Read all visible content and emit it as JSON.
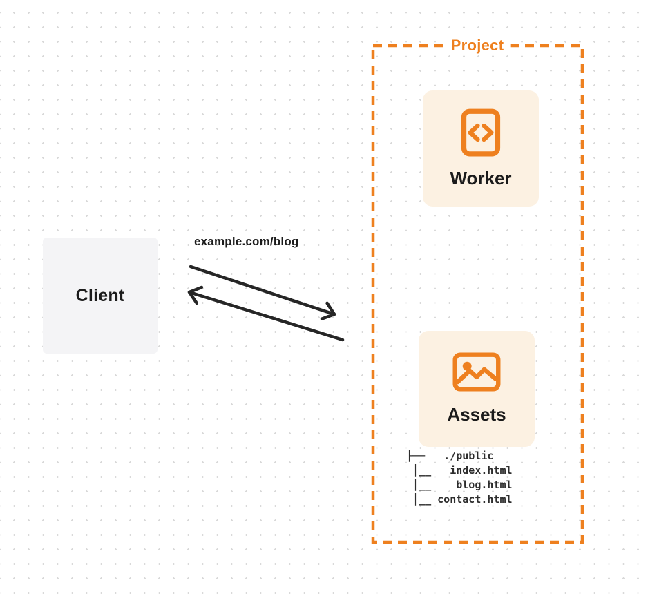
{
  "client": {
    "label": "Client"
  },
  "request": {
    "url_label": "example.com/blog"
  },
  "project": {
    "label": "Project",
    "worker": {
      "label": "Worker",
      "icon": "code-file-icon"
    },
    "assets": {
      "label": "Assets",
      "icon": "image-icon",
      "file_tree": [
        "├──   ./public",
        " │__   index.html",
        " │__    blog.html",
        " │__ contact.html"
      ]
    }
  },
  "colors": {
    "accent_orange": "#ee801f",
    "card_background": "#fcf1e2",
    "client_background": "#f4f4f6",
    "arrow_black": "#262626"
  }
}
